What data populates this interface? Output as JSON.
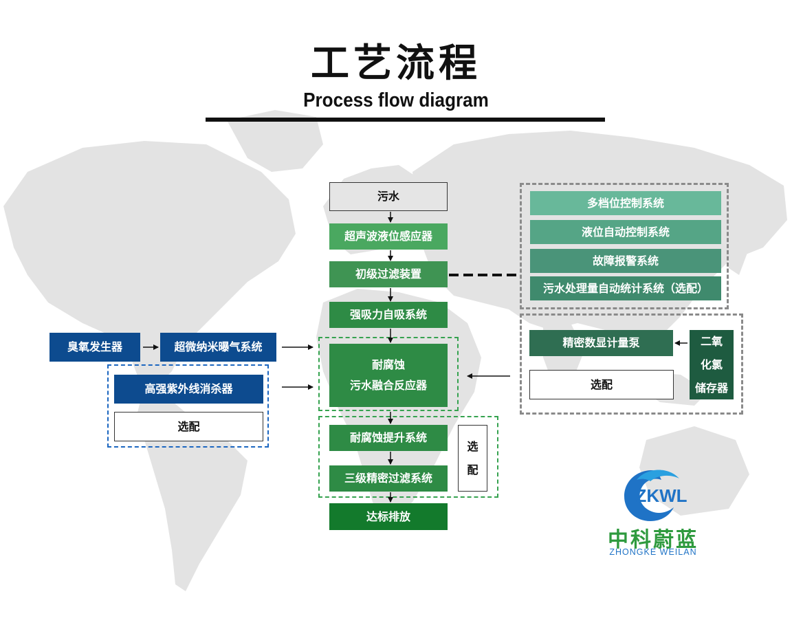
{
  "header": {
    "title_cn": "工艺流程",
    "title_en": "Process flow diagram"
  },
  "main_flow": {
    "sewage": "污水",
    "ultrasonic": "超声波液位感应器",
    "prefilter": "初级过滤装置",
    "suction": "强吸力自吸系统",
    "reactor_line1": "耐腐蚀",
    "reactor_line2": "污水融合反应器",
    "lift": "耐腐蚀提升系统",
    "triple_filter": "三级精密过滤系统",
    "discharge": "达标排放",
    "optional_vertical": [
      "选",
      "配"
    ]
  },
  "left_side": {
    "ozone": "臭氧发生器",
    "aeration": "超微纳米曝气系统",
    "uv": "高强紫外线消杀器",
    "optional": "选配"
  },
  "right_top": {
    "items": [
      "多档位控制系统",
      "液位自动控制系统",
      "故障报警系统",
      "污水处理量自动统计系统（选配）"
    ]
  },
  "right_bottom": {
    "pump": "精密数显计量泵",
    "optional": "选配",
    "chlorine_storage": [
      "二氧",
      "化氯",
      "储存器"
    ]
  },
  "logo": {
    "mark": "ZKWL",
    "name_cn": "中科蔚蓝",
    "name_en": "ZHONGKE WEILAN"
  },
  "colors": {
    "green_primary": "#2e8b45",
    "navy": "#0d4b8f",
    "teal": "#4a9479",
    "dashed_grey": "#8a8a8a",
    "logo_green": "#2e9a3e",
    "logo_blue": "#1f73c6"
  }
}
